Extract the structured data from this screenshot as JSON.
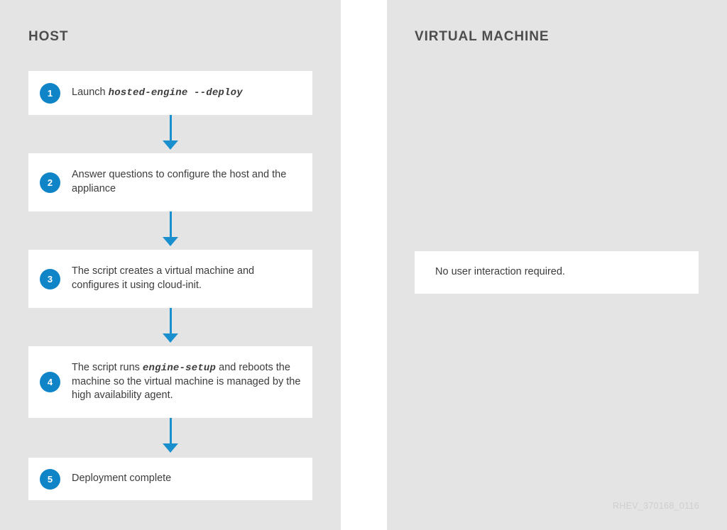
{
  "diagram": {
    "watermark": "RHEV_370168_0116",
    "accent_color": "#0f85c8",
    "panel_background": "#e4e4e4",
    "card_background": "#ffffff"
  },
  "host": {
    "title": "HOST",
    "steps": [
      {
        "number": "1",
        "text_before": "Launch ",
        "code": "hosted-engine --deploy",
        "text_after": ""
      },
      {
        "number": "2",
        "text_before": "Answer questions to configure the host and the appliance",
        "code": "",
        "text_after": ""
      },
      {
        "number": "3",
        "text_before": "The script creates a virtual machine and configures it using cloud-init.",
        "code": "",
        "text_after": ""
      },
      {
        "number": "4",
        "text_before": "The script runs ",
        "code": "engine-setup",
        "text_after": " and reboots the machine so the virtual machine is managed by the high availability agent."
      },
      {
        "number": "5",
        "text_before": "Deployment complete",
        "code": "",
        "text_after": ""
      }
    ]
  },
  "virtual_machine": {
    "title": "VIRTUAL MACHINE",
    "note": "No user interaction required."
  }
}
